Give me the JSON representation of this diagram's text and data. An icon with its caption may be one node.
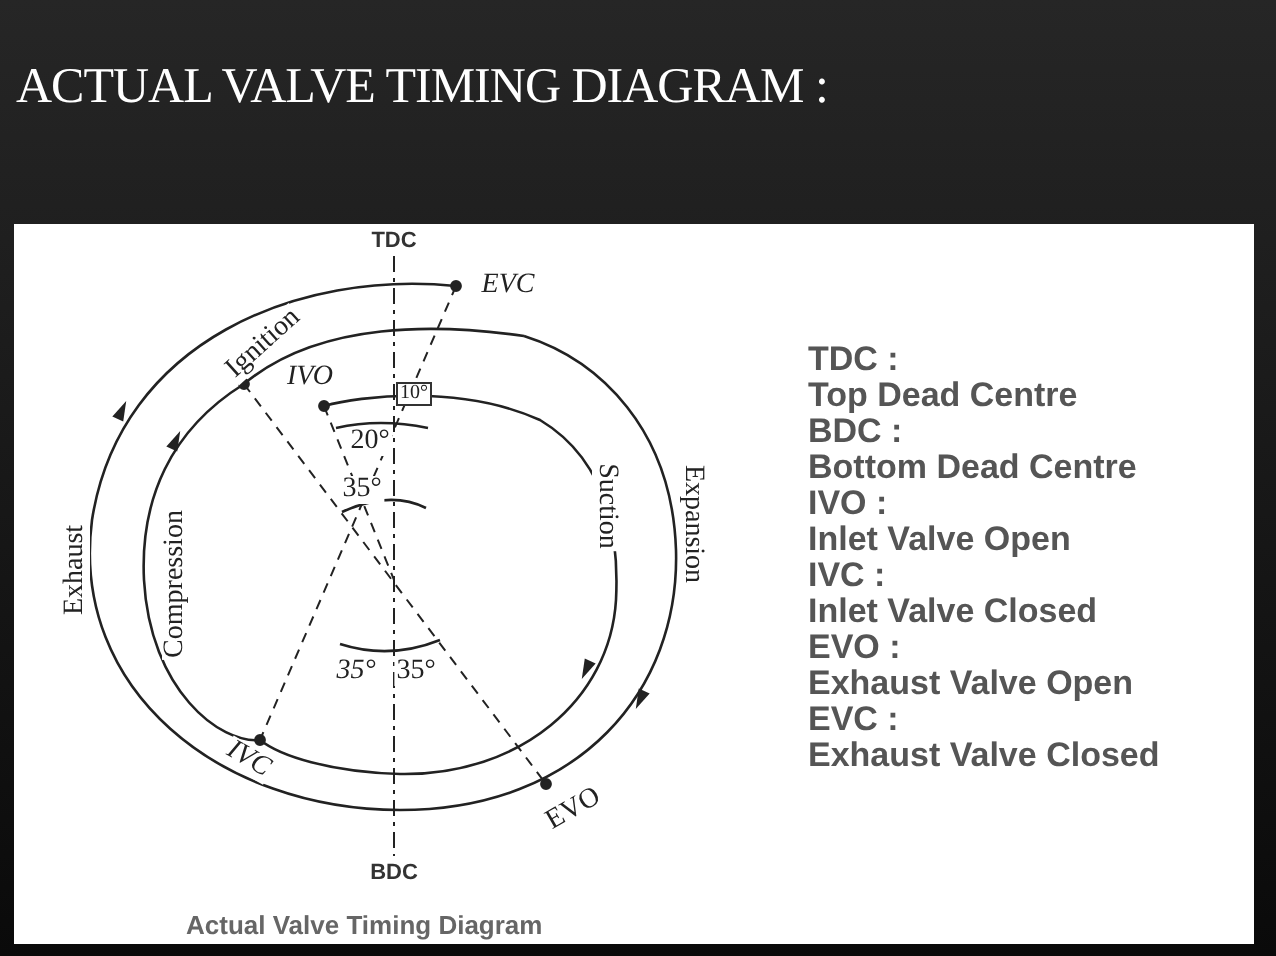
{
  "diagram": {
    "title": "ACTUAL VALVE TIMING DIAGRAM :",
    "caption": "Actual Valve Timing Diagram",
    "labels": [
      "TDC",
      "EVC",
      "Ignition",
      "IVO",
      "10°",
      "20°",
      "35°",
      "Exhaust",
      "Compression",
      "Suction",
      "Expansion",
      "35°",
      "35°",
      "IVC",
      "EVO",
      "BDC",
      "TDC :",
      "Top Dead Centre",
      "BDC :",
      "Bottom Dead Centre",
      "IVO :",
      "Inlet Valve Open",
      "IVC :",
      "Inlet Valve Closed",
      "EVO :",
      "Exhaust Valve Open",
      "EVC :",
      "Exhaust Valve Closed"
    ]
  }
}
